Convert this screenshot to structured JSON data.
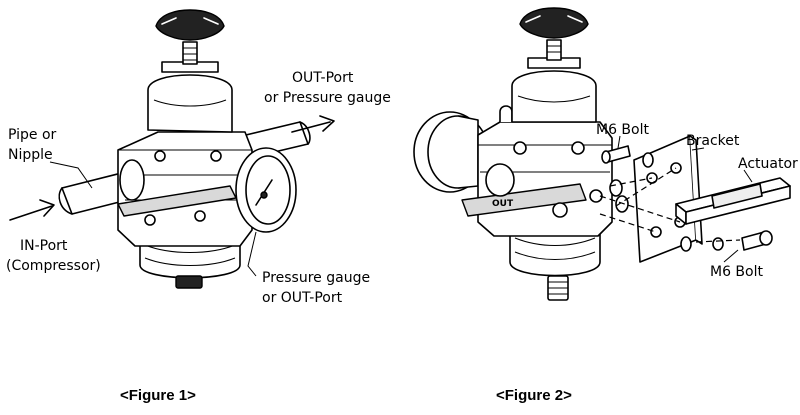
{
  "figure1": {
    "caption": "<Figure 1>",
    "labels": {
      "out_port_line1": "OUT-Port",
      "out_port_line2": "or Pressure gauge",
      "pipe_line1": "Pipe or",
      "pipe_line2": "Nipple",
      "in_port_line1": "IN-Port",
      "in_port_line2": "(Compressor)",
      "gauge_line1": "Pressure gauge",
      "gauge_line2": "or OUT-Port"
    }
  },
  "figure2": {
    "caption": "<Figure 2>",
    "labels": {
      "m6_bolt_top": "M6 Bolt",
      "bracket": "Bracket",
      "actuator": "Actuator",
      "m6_bolt_bottom": "M6 Bolt",
      "out_stamp": "OUT"
    }
  }
}
